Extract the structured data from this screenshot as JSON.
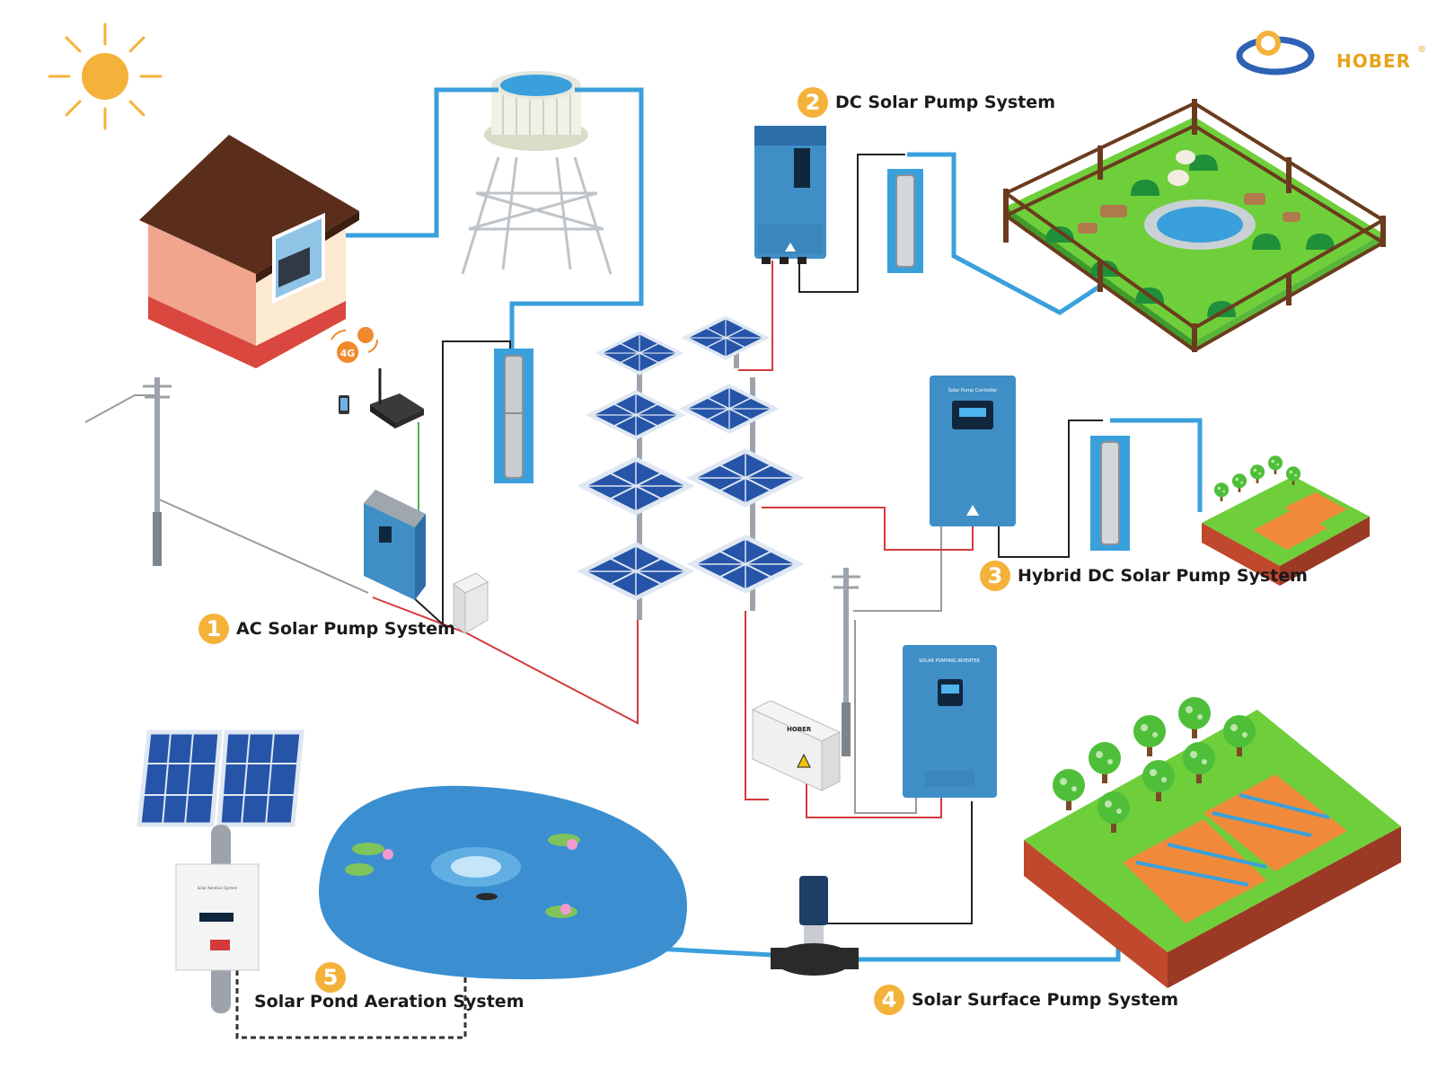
{
  "systems": [
    {
      "number": "1",
      "name": "AC Solar Pump System"
    },
    {
      "number": "2",
      "name": "DC Solar Pump System"
    },
    {
      "number": "3",
      "name": "Hybrid DC Solar Pump System"
    },
    {
      "number": "4",
      "name": "Solar Surface Pump System"
    },
    {
      "number": "5",
      "name": "Solar Pond Aeration System"
    }
  ],
  "logo": {
    "text": "HOBER",
    "mark": "®"
  },
  "device_labels": {
    "controller": "Solar Pump Controller",
    "inverter": "SOLAR PUMPING INVERTER",
    "combiner": "HOBER",
    "aeration_box": "Solar Aeration System"
  },
  "network": {
    "badge": "4G"
  },
  "colors": {
    "pipe": "#3aa0dc",
    "dc_wire": "#d43a3a",
    "signal_wire": "#222222",
    "grid_wire": "#9a9a9a",
    "data_wire": "#55b055",
    "device": "#3f8fc6",
    "panel": "#2554a8",
    "grass": "#6fcf3a",
    "soil": "#c0482c",
    "sun": "#f4b23a",
    "pond": "#3b8fd0"
  }
}
